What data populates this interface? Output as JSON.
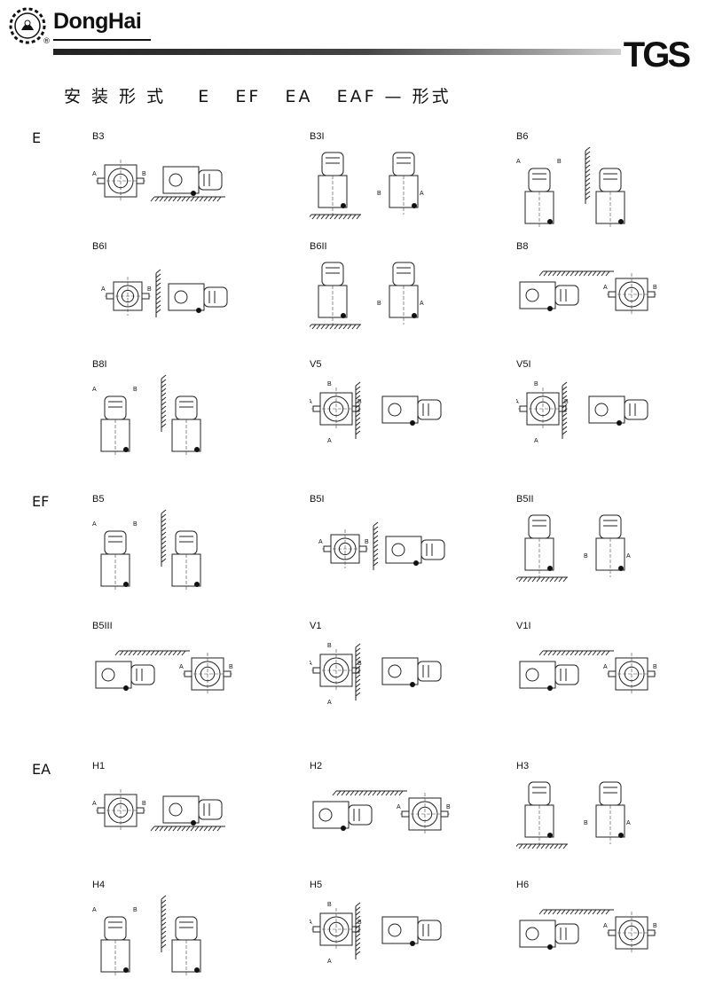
{
  "header": {
    "brand": "DongHai",
    "registered_mark": "®",
    "product_logo": "TGS",
    "logo_icon": "gear-emblem-icon"
  },
  "title": "安 装 形 式    E   EF   EA   EAF — 形式",
  "sections": [
    {
      "label": "E",
      "cells": [
        "B3",
        "B3I",
        "B6",
        "B6I",
        "B6II",
        "B8",
        "B8I",
        "V5",
        "V5I"
      ]
    },
    {
      "label": "EF",
      "cells": [
        "B5",
        "B5I",
        "B5II",
        "B5III",
        "V1",
        "V1I"
      ]
    },
    {
      "label": "EA",
      "cells": [
        "H1",
        "H2",
        "H3",
        "H4",
        "H5",
        "H6"
      ]
    }
  ],
  "shaft_labels": {
    "a": "A",
    "b": "B"
  }
}
